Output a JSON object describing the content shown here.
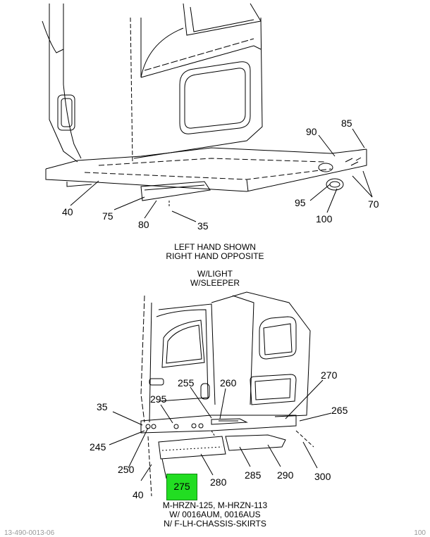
{
  "top_view": {
    "callouts": [
      "90",
      "85",
      "40",
      "75",
      "80",
      "35",
      "95",
      "100",
      "70"
    ],
    "caption_line1": "LEFT HAND SHOWN",
    "caption_line2": "RIGHT HAND OPPOSITE",
    "caption_line3": "W/LIGHT",
    "caption_line4": "W/SLEEPER"
  },
  "bottom_view": {
    "callouts": [
      "35",
      "295",
      "255",
      "260",
      "270",
      "265",
      "245",
      "250",
      "40",
      "280",
      "285",
      "290",
      "300"
    ],
    "highlighted_callout": "275",
    "highlight_color": "#22dd22",
    "caption_line1": "M-HRZN-125, M-HRZN-113",
    "caption_line2": "W/ 0016AUM, 0016AUS",
    "caption_line3": "N/ F-LH-CHASSIS-SKIRTS"
  },
  "footer": {
    "left_text": "13-490-0013-06",
    "right_text": "100"
  }
}
